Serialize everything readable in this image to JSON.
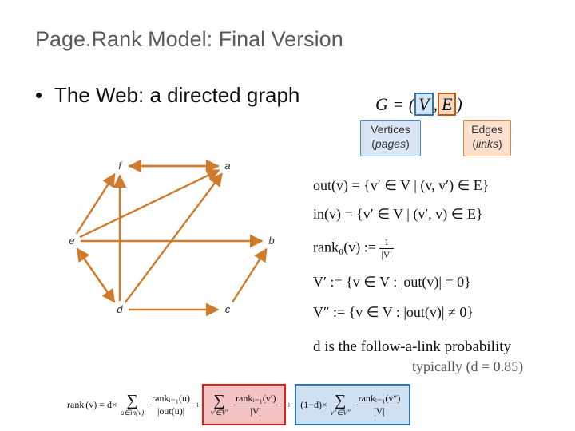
{
  "slide": {
    "title": "Page.Rank Model: Final Version",
    "bullet_text": "The Web: a directed graph",
    "graph_def": {
      "lhs": "G = (",
      "v": "V",
      "comma": ",",
      "e": "E",
      "rhs": ")"
    },
    "callouts": [
      {
        "line1": "Vertices",
        "line2_open": "(",
        "line2_italic": "pages",
        "line2_close": ")",
        "color": "#d9e7f5",
        "border": "#4a86c6"
      },
      {
        "line1": "Edges",
        "line2_open": "(",
        "line2_italic": "links",
        "line2_close": ")",
        "color": "#fbe0ce",
        "border": "#e1853d"
      }
    ],
    "graph": {
      "nodes": [
        "f",
        "a",
        "e",
        "b",
        "d",
        "c"
      ],
      "edge_color": "#d07a2c",
      "edges": [
        [
          "a",
          "f"
        ],
        [
          "f",
          "a"
        ],
        [
          "e",
          "f"
        ],
        [
          "e",
          "a"
        ],
        [
          "d",
          "f"
        ],
        [
          "d",
          "a"
        ],
        [
          "d",
          "e"
        ],
        [
          "e",
          "b"
        ],
        [
          "e",
          "d"
        ],
        [
          "d",
          "c"
        ],
        [
          "c",
          "b"
        ]
      ]
    },
    "equations": {
      "out": "out(v) = {v′ ∈ V | (v, v′) ∈ E}",
      "in": "in(v) = {v′ ∈ V | (v′, v) ∈ E}",
      "rank0_lhs": "rank₀(v) :=",
      "rank0_num": "1",
      "rank0_den": "|V|",
      "vprime": "V′ := {v ∈ V : |out(v)| = 0}",
      "vdprime": "V″ := {v ∈ V : |out(v)| ≠ 0}"
    },
    "note": "d is the follow-a-link probability",
    "typical": "typically (d = 0.85)",
    "formula": {
      "lhs": "rankᵢ(v) = d×",
      "sum1_sub": "u∈in(v)",
      "term1_num": "rankᵢ₋₁(u)",
      "term1_den": "|out(u)|",
      "plus": "+",
      "sum2_sub": "v′∈V′",
      "term2_num": "rankᵢ₋₁(v′)",
      "term2_den": "|V|",
      "plus2": "+",
      "factor3": "(1−d)×",
      "sum3_sub": "v″∈V″",
      "term3_num": "rankᵢ₋₁(v″)",
      "term3_den": "|V|"
    }
  }
}
